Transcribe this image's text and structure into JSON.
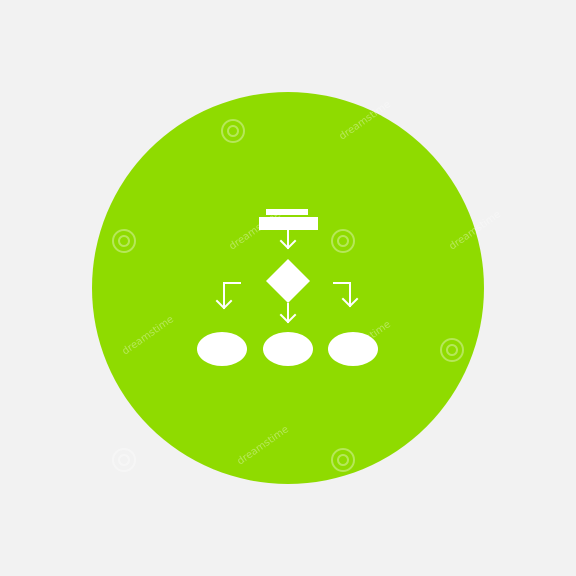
{
  "background_color": "#f2f2f2",
  "circle_color": "#8fdb00",
  "glyph_color": "#ffffff",
  "watermark_color": "#ffffff",
  "watermark_text": "dreamstime",
  "icon": {
    "name": "flowchart-icon",
    "parts": [
      "start-block",
      "decision-diamond",
      "branch-arrows",
      "outcome-ellipses"
    ]
  }
}
